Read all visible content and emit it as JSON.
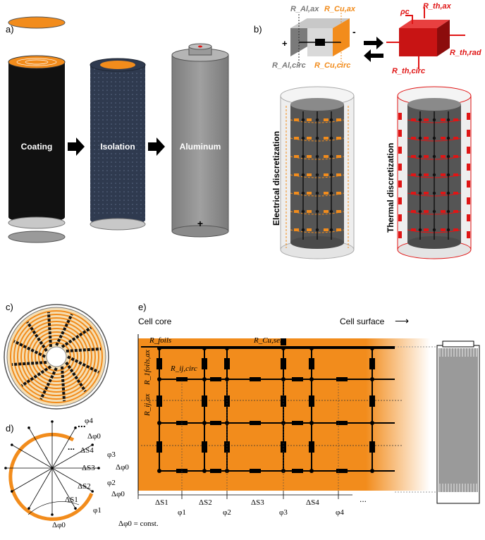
{
  "panels": {
    "a": "a)",
    "b": "b)",
    "c": "c)",
    "d": "d)",
    "e": "e)"
  },
  "stages": {
    "coating": "Coating",
    "isolation": "Isolation",
    "aluminum": "Aluminum",
    "plus": "+"
  },
  "b": {
    "r_al_ax": "R_Al,ax",
    "r_al_circ": "R_Al,circ",
    "r_cu_ax": "R_Cu,ax",
    "r_cu_circ": "R_Cu,circ",
    "plus": "+",
    "minus": "-",
    "rho_c": "ρc",
    "r_th_ax": "R_th,ax",
    "r_th_rad": "R_th,rad",
    "r_th_circ": "R_th,circ",
    "electrical": "Electrical discretization",
    "thermal": "Thermal discretization"
  },
  "d": {
    "phi": [
      "φ1",
      "φ2",
      "φ3",
      "φ4"
    ],
    "dphi0": "Δφ0",
    "ds": [
      "ΔS1",
      "ΔS2",
      "ΔS3",
      "ΔS4"
    ],
    "dots": "...",
    "const": "Δφ0 = const."
  },
  "e": {
    "cell_core": "Cell core",
    "cell_surface": "Cell surface",
    "arrow": "⟶",
    "r_foils": "R_foils",
    "r_cu_ser": "R_Cu,ser",
    "r_ij_circ": "R_ij,circ",
    "r_foils_ax": "R_1foils,ax",
    "r_ij_ax": "R_ij,ax",
    "ds": [
      "ΔS1",
      "ΔS2",
      "ΔS3",
      "ΔS4"
    ],
    "phi": [
      "φ1",
      "φ2",
      "φ3",
      "φ4"
    ],
    "dots": "..."
  },
  "colors": {
    "orange": "#f28c1c",
    "red": "#e01515",
    "dark": "#2b2b2b",
    "navy": "#2f3a4f",
    "gray": "#8f8f8f"
  }
}
